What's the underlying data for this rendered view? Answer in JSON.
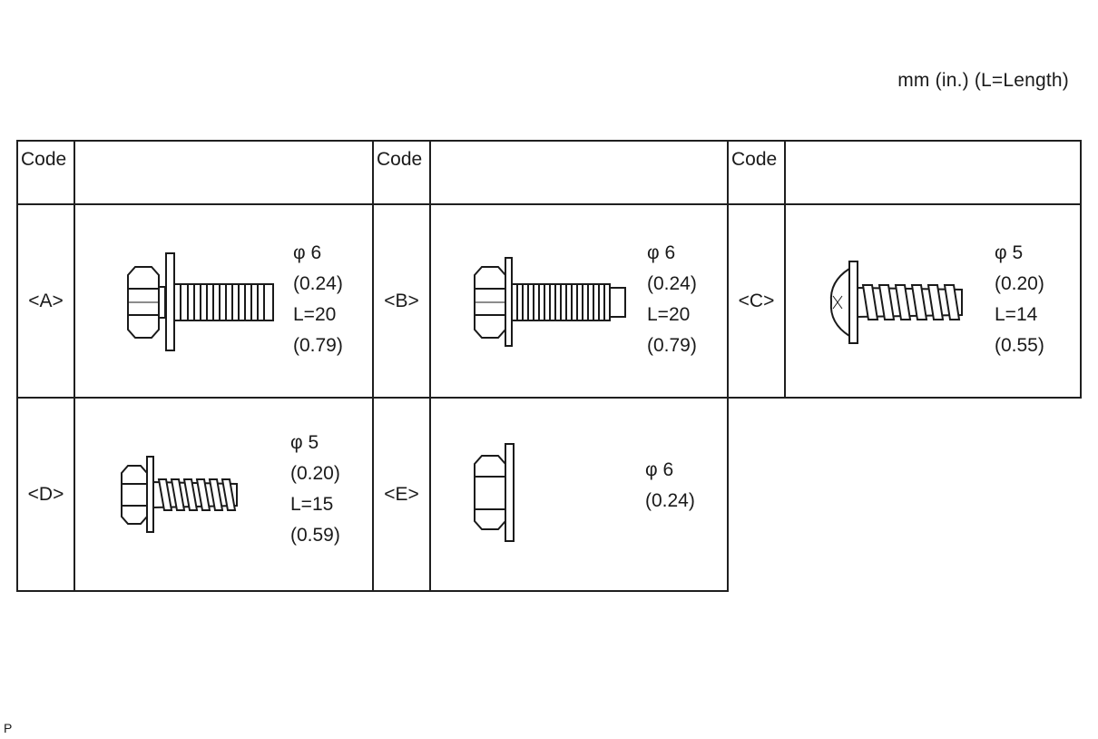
{
  "unit_note": "mm (in.) (L=Length)",
  "header": {
    "code_label": "Code"
  },
  "fasteners": [
    {
      "code": "<A>",
      "diameter": "φ 6",
      "diameter_in": "(0.24)",
      "length": "L=20",
      "length_in": "(0.79)",
      "icon": "hex-flange-bolt-with-washer-icon"
    },
    {
      "code": "<B>",
      "diameter": "φ 6",
      "diameter_in": "(0.24)",
      "length": "L=20",
      "length_in": "(0.79)",
      "icon": "hex-flange-bolt-with-pilot-icon"
    },
    {
      "code": "<C>",
      "diameter": "φ 5",
      "diameter_in": "(0.20)",
      "length": "L=14",
      "length_in": "(0.55)",
      "icon": "pan-head-tapping-screw-icon"
    },
    {
      "code": "<D>",
      "diameter": "φ 5",
      "diameter_in": "(0.20)",
      "length": "L=15",
      "length_in": "(0.59)",
      "icon": "hex-washer-tapping-screw-icon"
    },
    {
      "code": "<E>",
      "diameter": "φ 6",
      "diameter_in": "(0.24)",
      "icon": "flange-nut-icon"
    }
  ],
  "page_mark": "P"
}
